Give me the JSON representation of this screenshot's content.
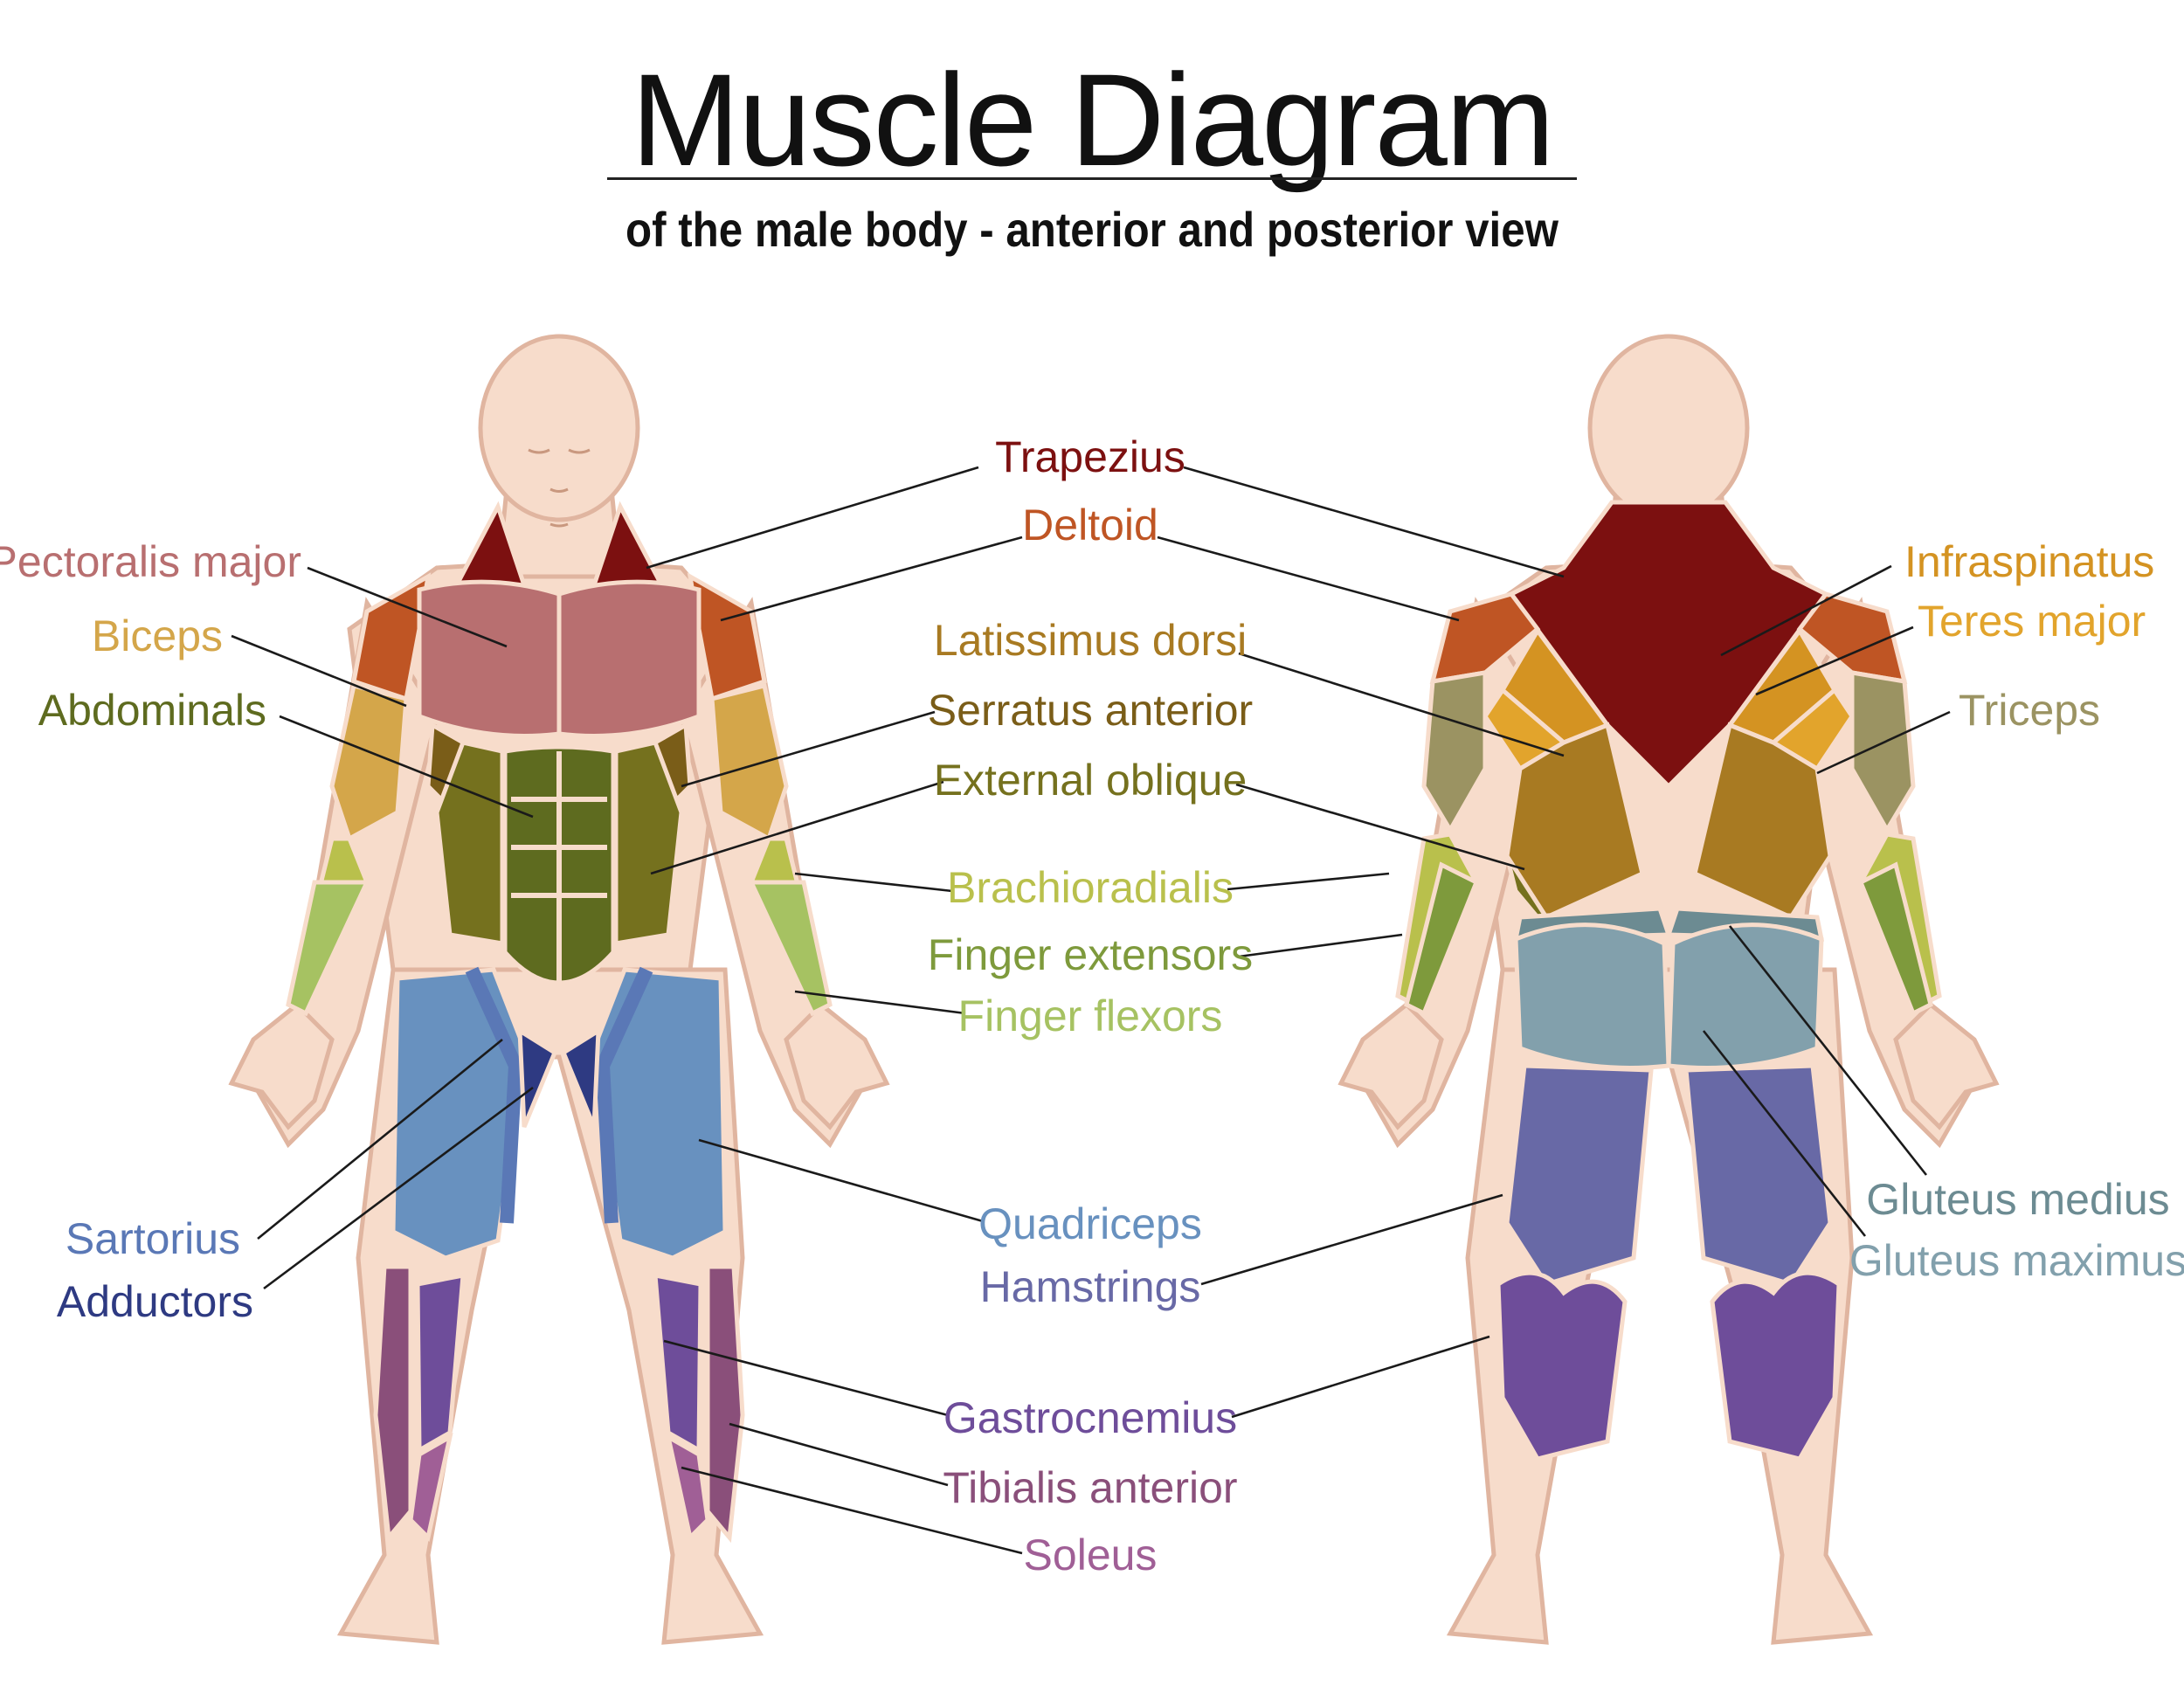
{
  "title": "Muscle Diagram",
  "subtitle": "of the male body - anterior and posterior view",
  "colors": {
    "trapezius": "#7c1010",
    "deltoid": "#bf5524",
    "pectoralis": "#b86f70",
    "biceps": "#d4a64a",
    "abdominals": "#5e6b1f",
    "latissimus": "#a87a22",
    "serratus": "#7a5d18",
    "external_oblique": "#75711e",
    "brachioradialis": "#b9c04c",
    "finger_extensors": "#7e9a3c",
    "finger_flexors": "#a6c262",
    "sartorius": "#5a78b6",
    "adductors": "#2e3a82",
    "quadriceps": "#6891bf",
    "hamstrings": "#6869a6",
    "gastrocnemius": "#6e4d9a",
    "tibialis": "#8a4f7a",
    "soleus": "#a05f96",
    "infraspinatus": "#d49322",
    "teres": "#e2a42c",
    "triceps": "#9b9362",
    "gluteus_medius": "#6c8b92",
    "gluteus_maximus": "#82a0ac",
    "skin": "#f7dccb"
  },
  "labels": {
    "trapezius": "Trapezius",
    "deltoid": "Deltoid",
    "pectoralis_major": "Pectoralis major",
    "biceps": "Biceps",
    "abdominals": "Abdominals",
    "latissimus_dorsi": "Latissimus dorsi",
    "serratus_anterior": "Serratus anterior",
    "external_oblique": "External oblique",
    "brachioradialis": "Brachioradialis",
    "finger_extensors": "Finger extensors",
    "finger_flexors": "Finger flexors",
    "infraspinatus": "Infraspinatus",
    "teres_major": "Teres major",
    "triceps": "Triceps",
    "sartorius": "Sartorius",
    "adductors": "Adductors",
    "quadriceps": "Quadriceps",
    "hamstrings": "Hamstrings",
    "gastrocnemius": "Gastrocnemius",
    "tibialis_anterior": "Tibialis anterior",
    "soleus": "Soleus",
    "gluteus_medius": "Gluteus medius",
    "gluteus_maximus": "Gluteus maximus"
  }
}
